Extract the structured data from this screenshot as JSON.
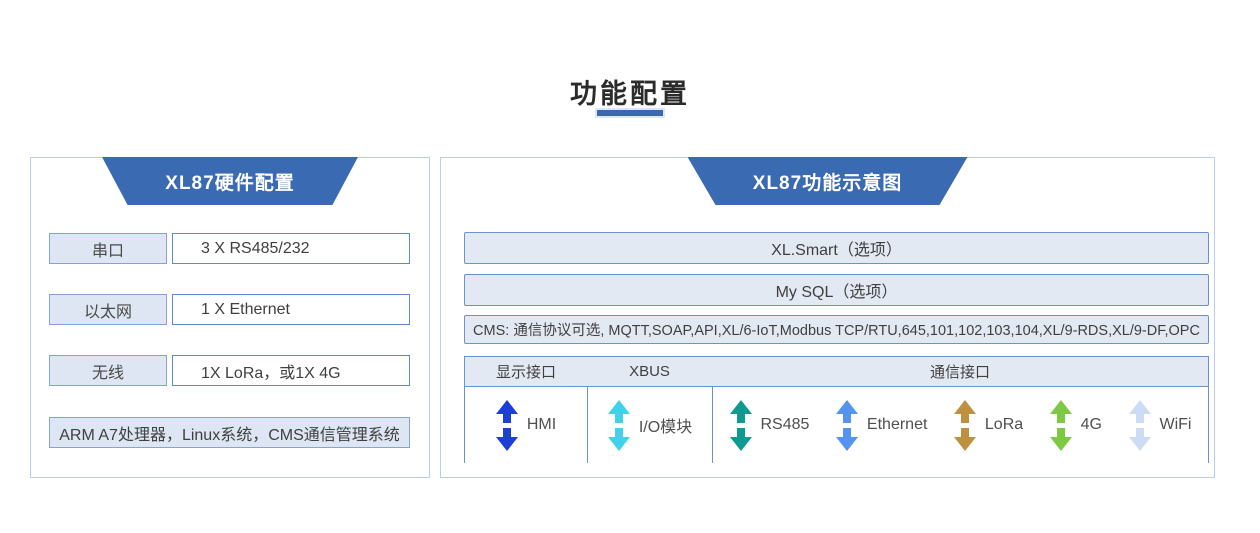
{
  "page": {
    "title": "功能配置"
  },
  "colors": {
    "header_blue": "#3a6ab2",
    "panel_border": "#b5cfec",
    "box_border": "#6b92cf",
    "bar_fill": "#e3e9f3",
    "label_fill": "#dde6f2",
    "title_underline": "#3a68b0"
  },
  "left_panel": {
    "title": "XL87硬件配置",
    "rows": [
      {
        "label": "串口",
        "value": "3 X RS485/232"
      },
      {
        "label": "以太网",
        "value": "1 X Ethernet"
      },
      {
        "label": "无线",
        "value": "1X LoRa，或1X 4G"
      }
    ],
    "footer": "ARM A7处理器，Linux系统，CMS通信管理系统"
  },
  "right_panel": {
    "title": "XL87功能示意图",
    "bars": [
      "XL.Smart（选项）",
      "My SQL（选项）",
      "CMS: 通信协议可选, MQTT,SOAP,API,XL/6-IoT,Modbus TCP/RTU,645,101,102,103,104,XL/9-RDS,XL/9-DF,OPC"
    ],
    "table": {
      "headers": [
        "显示接口",
        "XBUS",
        "通信接口"
      ],
      "groups": [
        {
          "name": "显示接口",
          "items": [
            {
              "label": "HMI",
              "color": "#1d3fd6"
            }
          ]
        },
        {
          "name": "XBUS",
          "items": [
            {
              "label": "I/O模块",
              "color": "#3fd2ea"
            }
          ]
        },
        {
          "name": "通信接口",
          "items": [
            {
              "label": "RS485",
              "color": "#0f9a91"
            },
            {
              "label": "Ethernet",
              "color": "#5493ee"
            },
            {
              "label": "LoRa",
              "color": "#bd9140"
            },
            {
              "label": "4G",
              "color": "#7dc944"
            },
            {
              "label": "WiFi",
              "color": "#ccdcf5"
            }
          ]
        }
      ]
    }
  }
}
